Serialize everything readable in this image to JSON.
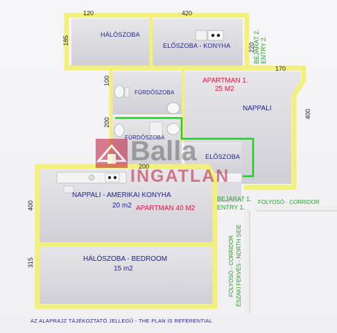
{
  "dimensions": {
    "d120": "120",
    "d420": "420",
    "d185": "185",
    "d220": "220",
    "d170": "170",
    "d100": "100",
    "d200a": "200",
    "d200b": "200",
    "d400r": "400",
    "d400l": "400",
    "d315": "315"
  },
  "rooms": {
    "haloszoba_top": "HÁLÓSZOBA",
    "eloszoba_konyha": "ELŐSZOBA - KONYHA",
    "furdoszoba1": "FÜRDŐSZOBA",
    "furdoszoba2": "FÜRDŐSZOBA",
    "nappali": "NAPPALI",
    "eloszoba": "ELŐSZOBA",
    "nappali_konyha": "NAPPALI - AMERIKAI KONYHA",
    "nappali_konyha_area": "20 m2",
    "haloszoba_bedroom": "HÁLÓSZOBA - BEDROOM",
    "haloszoba_area": "15 m2"
  },
  "apartments": {
    "apt1_name": "APARTMAN 1.",
    "apt1_area": "25 M2",
    "apt2": "APARTMAN 40 M2"
  },
  "entries": {
    "bejarat2": "BEJÁRAT 2.",
    "entry2": "ENTRY 2.",
    "bejarat1": "BEJÁRAT 1.",
    "entry1": "ENTRY 1.",
    "folyoso_corridor": "FOLYOSÓ - CORRIDOR",
    "folyoso_vertical": "FOLYOSÓ - CORRIDOR",
    "eszaki": "ÉSZAKI FEKVÉS - NORTH SIDE"
  },
  "footer_note": "AZ ALAPRAJZ TÁJÉKOZTATÓ JELLEGŰ - THE PLAN IS REFERENTIAL",
  "logo": {
    "word": "Balla",
    "sub": "INGATLAN"
  },
  "colors": {
    "wall": "#f2f07a",
    "floor": "#d9d9df",
    "green_line": "#22cc22",
    "room_text": "#1e1e8c",
    "apt_text": "#e0143c",
    "logo_red": "#c0183c"
  }
}
